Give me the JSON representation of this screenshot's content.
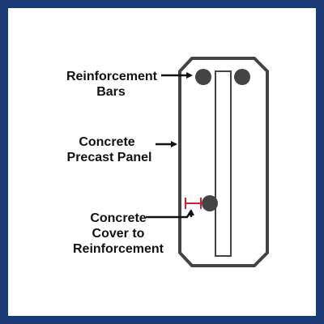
{
  "colors": {
    "border": "#1a3a78",
    "background": "#ffffff",
    "panel_stroke": "#444444",
    "bar_fill": "#444444",
    "cover_marker": "#cc2233",
    "text": "#111111"
  },
  "labels": {
    "reinforcement_bars": [
      "Reinforcement",
      "Bars"
    ],
    "precast_panel": [
      "Concrete",
      "Precast Panel"
    ],
    "cover": [
      "Concrete",
      "Cover to",
      "Reinforcement"
    ]
  }
}
